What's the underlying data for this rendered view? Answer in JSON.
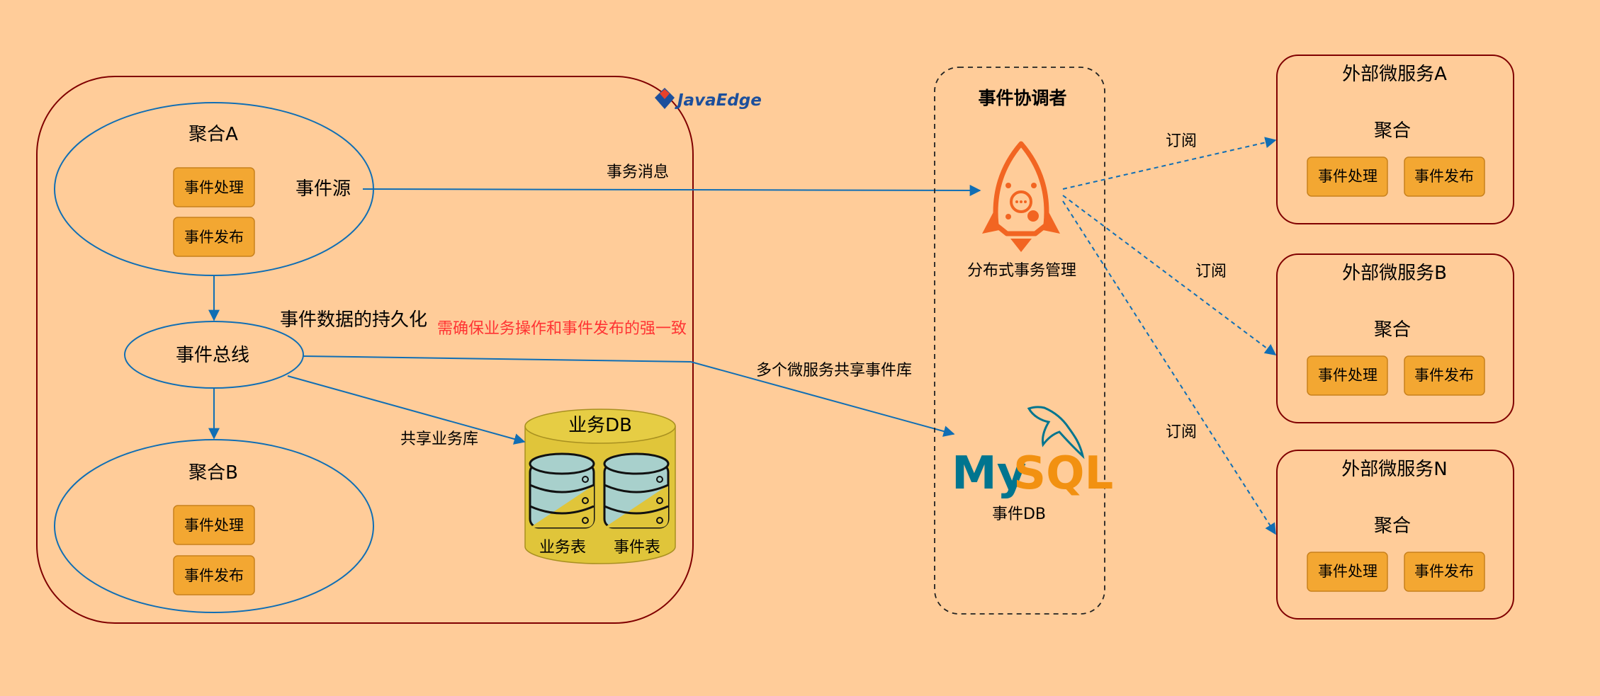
{
  "aggregate_a": {
    "title": "聚合A",
    "event_handle": "事件处理",
    "event_publish": "事件发布",
    "event_source": "事件源"
  },
  "aggregate_b": {
    "title": "聚合B",
    "event_handle": "事件处理",
    "event_publish": "事件发布"
  },
  "event_bus": {
    "label": "事件总线"
  },
  "persistence": {
    "label": "事件数据的持久化",
    "warning": "需确保业务操作和事件发布的强一致"
  },
  "business_db": {
    "title": "业务DB",
    "table1": "业务表",
    "table2": "事件表"
  },
  "edges": {
    "tx_message": "事务消息",
    "shared_business_db": "共享业务库",
    "shared_event_db": "多个微服务共享事件库",
    "subscribe_a": "订阅",
    "subscribe_b": "订阅",
    "subscribe_n": "订阅"
  },
  "coordinator": {
    "title": "事件协调者",
    "tx_manager_label": "分布式事务管理",
    "mysql_logo_text": {
      "my": "My",
      "sql": "SQL"
    },
    "event_db_label": "事件DB"
  },
  "logo": {
    "text": "JavaEdge"
  },
  "external_services": [
    {
      "title": "外部微服务A",
      "aggregate": "聚合",
      "event_handle": "事件处理",
      "event_publish": "事件发布"
    },
    {
      "title": "外部微服务B",
      "aggregate": "聚合",
      "event_handle": "事件处理",
      "event_publish": "事件发布"
    },
    {
      "title": "外部微服务N",
      "aggregate": "聚合",
      "event_handle": "事件处理",
      "event_publish": "事件发布"
    }
  ],
  "colors": {
    "background": "#ffcc99",
    "edge_blue": "#106eb4",
    "button_fill": "#f3a732",
    "button_border": "#c8811c",
    "container_border": "#800000",
    "db_yellow": "#e0c53a",
    "warning_red": "#ff3333",
    "rocket_orange": "#f26522",
    "mysql_blue": "#00758f",
    "mysql_orange": "#f29111"
  }
}
